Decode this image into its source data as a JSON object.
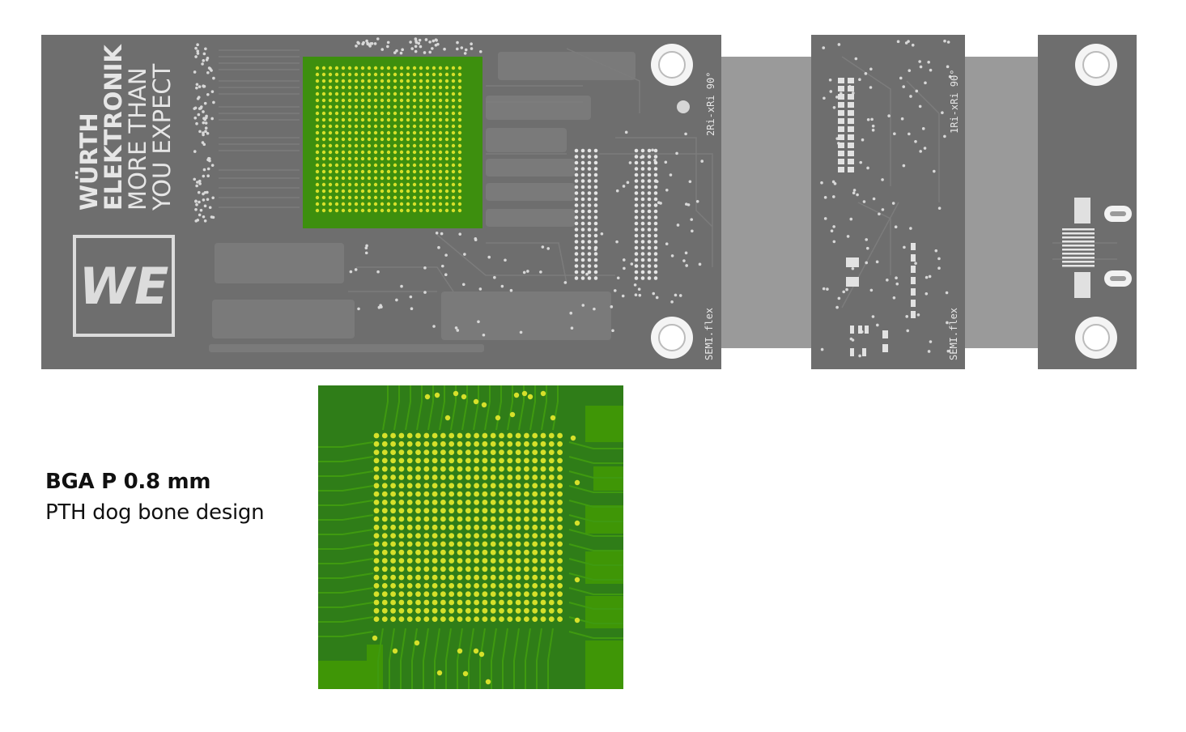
{
  "board": {
    "brand_line1": "WÜRTH",
    "brand_line2": "ELEKTRONIK",
    "tagline_line1": "MORE THAN",
    "tagline_line2": "YOU EXPECT",
    "logo_letters": "WE",
    "label_2ri": "2Ri-xRi 90°",
    "label_1ri": "1Ri-xRi 90°",
    "label_semi_left": "SEMI.flex",
    "label_semi_right": "SEMI.flex",
    "colors": {
      "board": "#6e6e6e",
      "flex": "#9a9a9a",
      "bga_green": "#3d8f0e",
      "pad_yellow": "#d6e02a"
    }
  },
  "caption": {
    "title": "BGA P 0.8 mm",
    "subtitle": "PTH dog bone design"
  }
}
